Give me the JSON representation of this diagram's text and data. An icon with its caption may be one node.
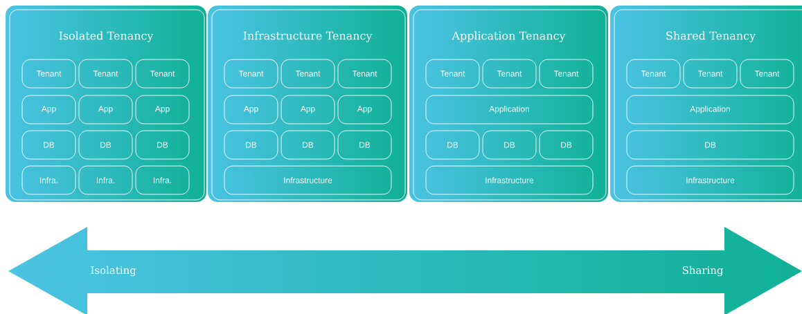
{
  "diagram": {
    "nodes": [
      {
        "text": [
          "Isolated Tenancy"
        ]
      },
      {
        "text": [
          "Tenant"
        ],
        "in": 0
      },
      {
        "text": [
          "Tenant"
        ],
        "in": 0
      },
      {
        "text": [
          "Tenant"
        ],
        "in": 0
      },
      {
        "text": [
          "App"
        ],
        "in": 0
      },
      {
        "text": [
          "App"
        ],
        "in": 0
      },
      {
        "text": [
          "App"
        ],
        "in": 0
      },
      {
        "text": [
          "DB"
        ],
        "in": 0
      },
      {
        "text": [
          "DB"
        ],
        "in": 0
      },
      {
        "text": [
          "DB"
        ],
        "in": 0
      },
      {
        "text": [
          "Infra."
        ],
        "in": 0
      },
      {
        "text": [
          "Infra."
        ],
        "in": 0
      },
      {
        "text": [
          "Infra."
        ],
        "in": 0
      },
      {
        "text": [
          "Infrastructure Tenancy"
        ]
      },
      {
        "text": [
          "Tenant"
        ],
        "in": 13
      },
      {
        "text": [
          "Tenant"
        ],
        "in": 13
      },
      {
        "text": [
          "Tenant"
        ],
        "in": 13
      },
      {
        "text": [
          "App"
        ],
        "in": 13
      },
      {
        "text": [
          "App"
        ],
        "in": 13
      },
      {
        "text": [
          "App"
        ],
        "in": 13
      },
      {
        "text": [
          "DB"
        ],
        "in": 13
      },
      {
        "text": [
          "DB"
        ],
        "in": 13
      },
      {
        "text": [
          "DB"
        ],
        "in": 13
      },
      {
        "text": [
          "Infrastructure"
        ],
        "in": 13
      },
      {
        "text": [
          "Application Tenancy"
        ]
      },
      {
        "text": [
          "Tenant"
        ],
        "in": 24
      },
      {
        "text": [
          "Tenant"
        ],
        "in": 24
      },
      {
        "text": [
          "Tenant"
        ],
        "in": 24
      },
      {
        "text": [
          "Application"
        ],
        "in": 24
      },
      {
        "text": [
          "DB"
        ],
        "in": 24
      },
      {
        "text": [
          "DB"
        ],
        "in": 24
      },
      {
        "text": [
          "DB"
        ],
        "in": 24
      },
      {
        "text": [
          "Infrastructure"
        ],
        "in": 24
      },
      {
        "text": [
          "Shared Tenancy"
        ]
      },
      {
        "text": [
          "Tenant"
        ],
        "in": 33
      },
      {
        "text": [
          "Tenant"
        ],
        "in": 33
      },
      {
        "text": [
          "Tenant"
        ],
        "in": 33
      },
      {
        "text": [
          "Application"
        ],
        "in": 33
      },
      {
        "text": [
          "DB"
        ],
        "in": 33
      },
      {
        "text": [
          "Infrastructure"
        ],
        "in": 33
      }
    ],
    "labels": [
      "Isolating",
      "Sharing"
    ]
  }
}
